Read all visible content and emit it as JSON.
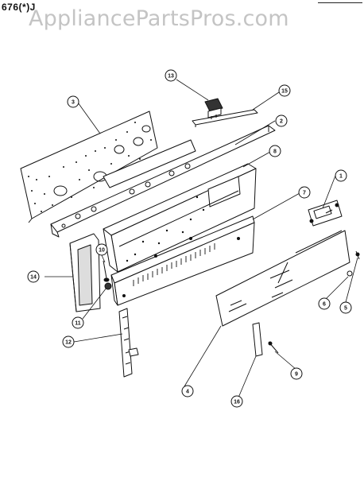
{
  "model": "676(*)J",
  "watermark": "AppliancePartsPros.com",
  "callouts": [
    {
      "id": "c1",
      "label": "1"
    },
    {
      "id": "c2",
      "label": "2"
    },
    {
      "id": "c3",
      "label": "3"
    },
    {
      "id": "c4",
      "label": "4"
    },
    {
      "id": "c5",
      "label": "5"
    },
    {
      "id": "c6",
      "label": "6"
    },
    {
      "id": "c7",
      "label": "7"
    },
    {
      "id": "c8",
      "label": "8"
    },
    {
      "id": "c9",
      "label": "9"
    },
    {
      "id": "c10",
      "label": "10"
    },
    {
      "id": "c11",
      "label": "11"
    },
    {
      "id": "c12",
      "label": "12"
    },
    {
      "id": "c13",
      "label": "13"
    },
    {
      "id": "c14",
      "label": "14"
    },
    {
      "id": "c15",
      "label": "15"
    },
    {
      "id": "c16",
      "label": "16"
    }
  ]
}
